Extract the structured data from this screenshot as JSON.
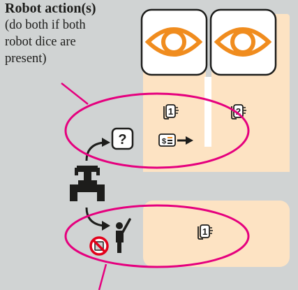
{
  "heading": "Robot action(s)",
  "note_line_1": "(do both if both",
  "note_line_2": "robot dice are",
  "note_line_3": "present)",
  "die_label_1": "1",
  "die_label_2": "2",
  "die_label_3": "1",
  "question_mark": "?",
  "money_symbol": "$",
  "colors": {
    "background": "#d0d3d3",
    "track_fill": "#fde3c3",
    "eye_orange": "#f08c1e",
    "magenta": "#e5007e",
    "no_symbol_red": "#e2001a",
    "ink": "#1d1d1b"
  },
  "icons": [
    "eye-icon",
    "eye-icon",
    "die-icon",
    "die-icon",
    "question-icon",
    "money-card-icon",
    "arrow-icon",
    "robot-icon",
    "worker-icon",
    "no-symbol-icon"
  ]
}
